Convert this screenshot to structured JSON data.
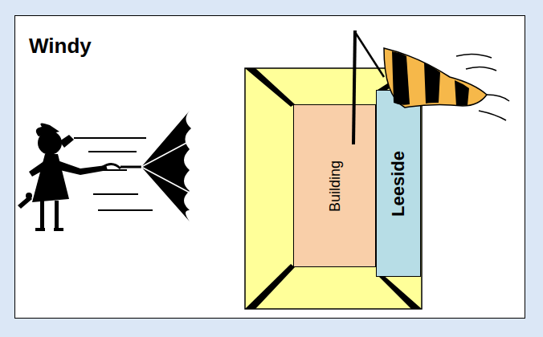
{
  "diagram": {
    "title": "Windy",
    "nodes": [
      {
        "text": [
          "Building"
        ]
      },
      {
        "text": [
          "Leeside"
        ]
      }
    ]
  }
}
